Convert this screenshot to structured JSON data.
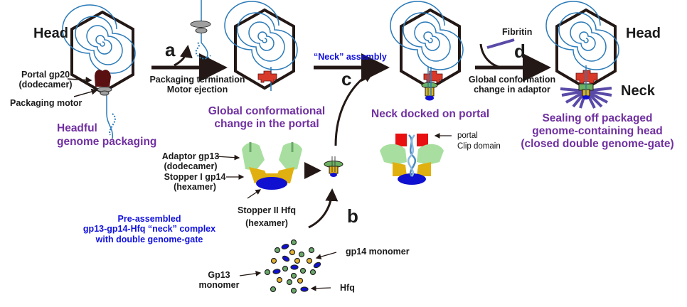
{
  "colors": {
    "capsid_outline": "#231815",
    "dna": "#2a7ab8",
    "portal_dark": "#5a1010",
    "portal": "#d83a2a",
    "adaptor": "#a8dfa0",
    "stopper1": "#e0b010",
    "hfq": "#1010d0",
    "fibritin": "#5a4aa8",
    "motor": "#a0a0a0",
    "arrow": "#231815",
    "purple_text": "#7030a0",
    "blue_text": "#1010e0",
    "monomer_green": "#6aa86a",
    "monomer_yellow": "#e0b030"
  },
  "labels": {
    "head_left": "Head",
    "head_right": "Head",
    "neck_right": "Neck",
    "portal_gp20": "Portal gp20",
    "portal_gp20_sub": "(dodecamer)",
    "packaging_motor": "Packaging motor",
    "headful_line1": "Headful",
    "headful_line2": "genome packaging",
    "step_a": "a",
    "step_a_line1": "Packaging termination",
    "step_a_line2": "Motor ejection",
    "global_portal_line1": "Global conformational",
    "global_portal_line2": "change in the portal",
    "neck_assembly": "“Neck” assembly",
    "step_c": "c",
    "neck_docked": "Neck docked on portal",
    "fibritin": "Fibritin",
    "step_d": "d",
    "step_d_line1": "Global conformation",
    "step_d_line2": "change in adaptor",
    "sealing_line1": "Sealing off packaged",
    "sealing_line2": "genome-containing head",
    "sealing_line3": "(closed double genome-gate)",
    "adaptor_gp13": "Adaptor gp13",
    "adaptor_gp13_sub": "(dodecamer)",
    "stopper1": "Stopper I gp14",
    "stopper1_sub": "(hexamer)",
    "stopper2": "Stopper II Hfq",
    "stopper2_sub": "(hexamer)",
    "preassembled_line1": "Pre-assembled",
    "preassembled_line2": "gp13-gp14-Hfq “neck” complex",
    "preassembled_line3": "with double genome-gate",
    "step_b": "b",
    "portal_small": "portal",
    "clip_domain": "Clip domain",
    "gp14_monomer": "gp14 monomer",
    "gp13_monomer_line1": "Gp13",
    "gp13_monomer_line2": "monomer",
    "hfq": "Hfq"
  }
}
